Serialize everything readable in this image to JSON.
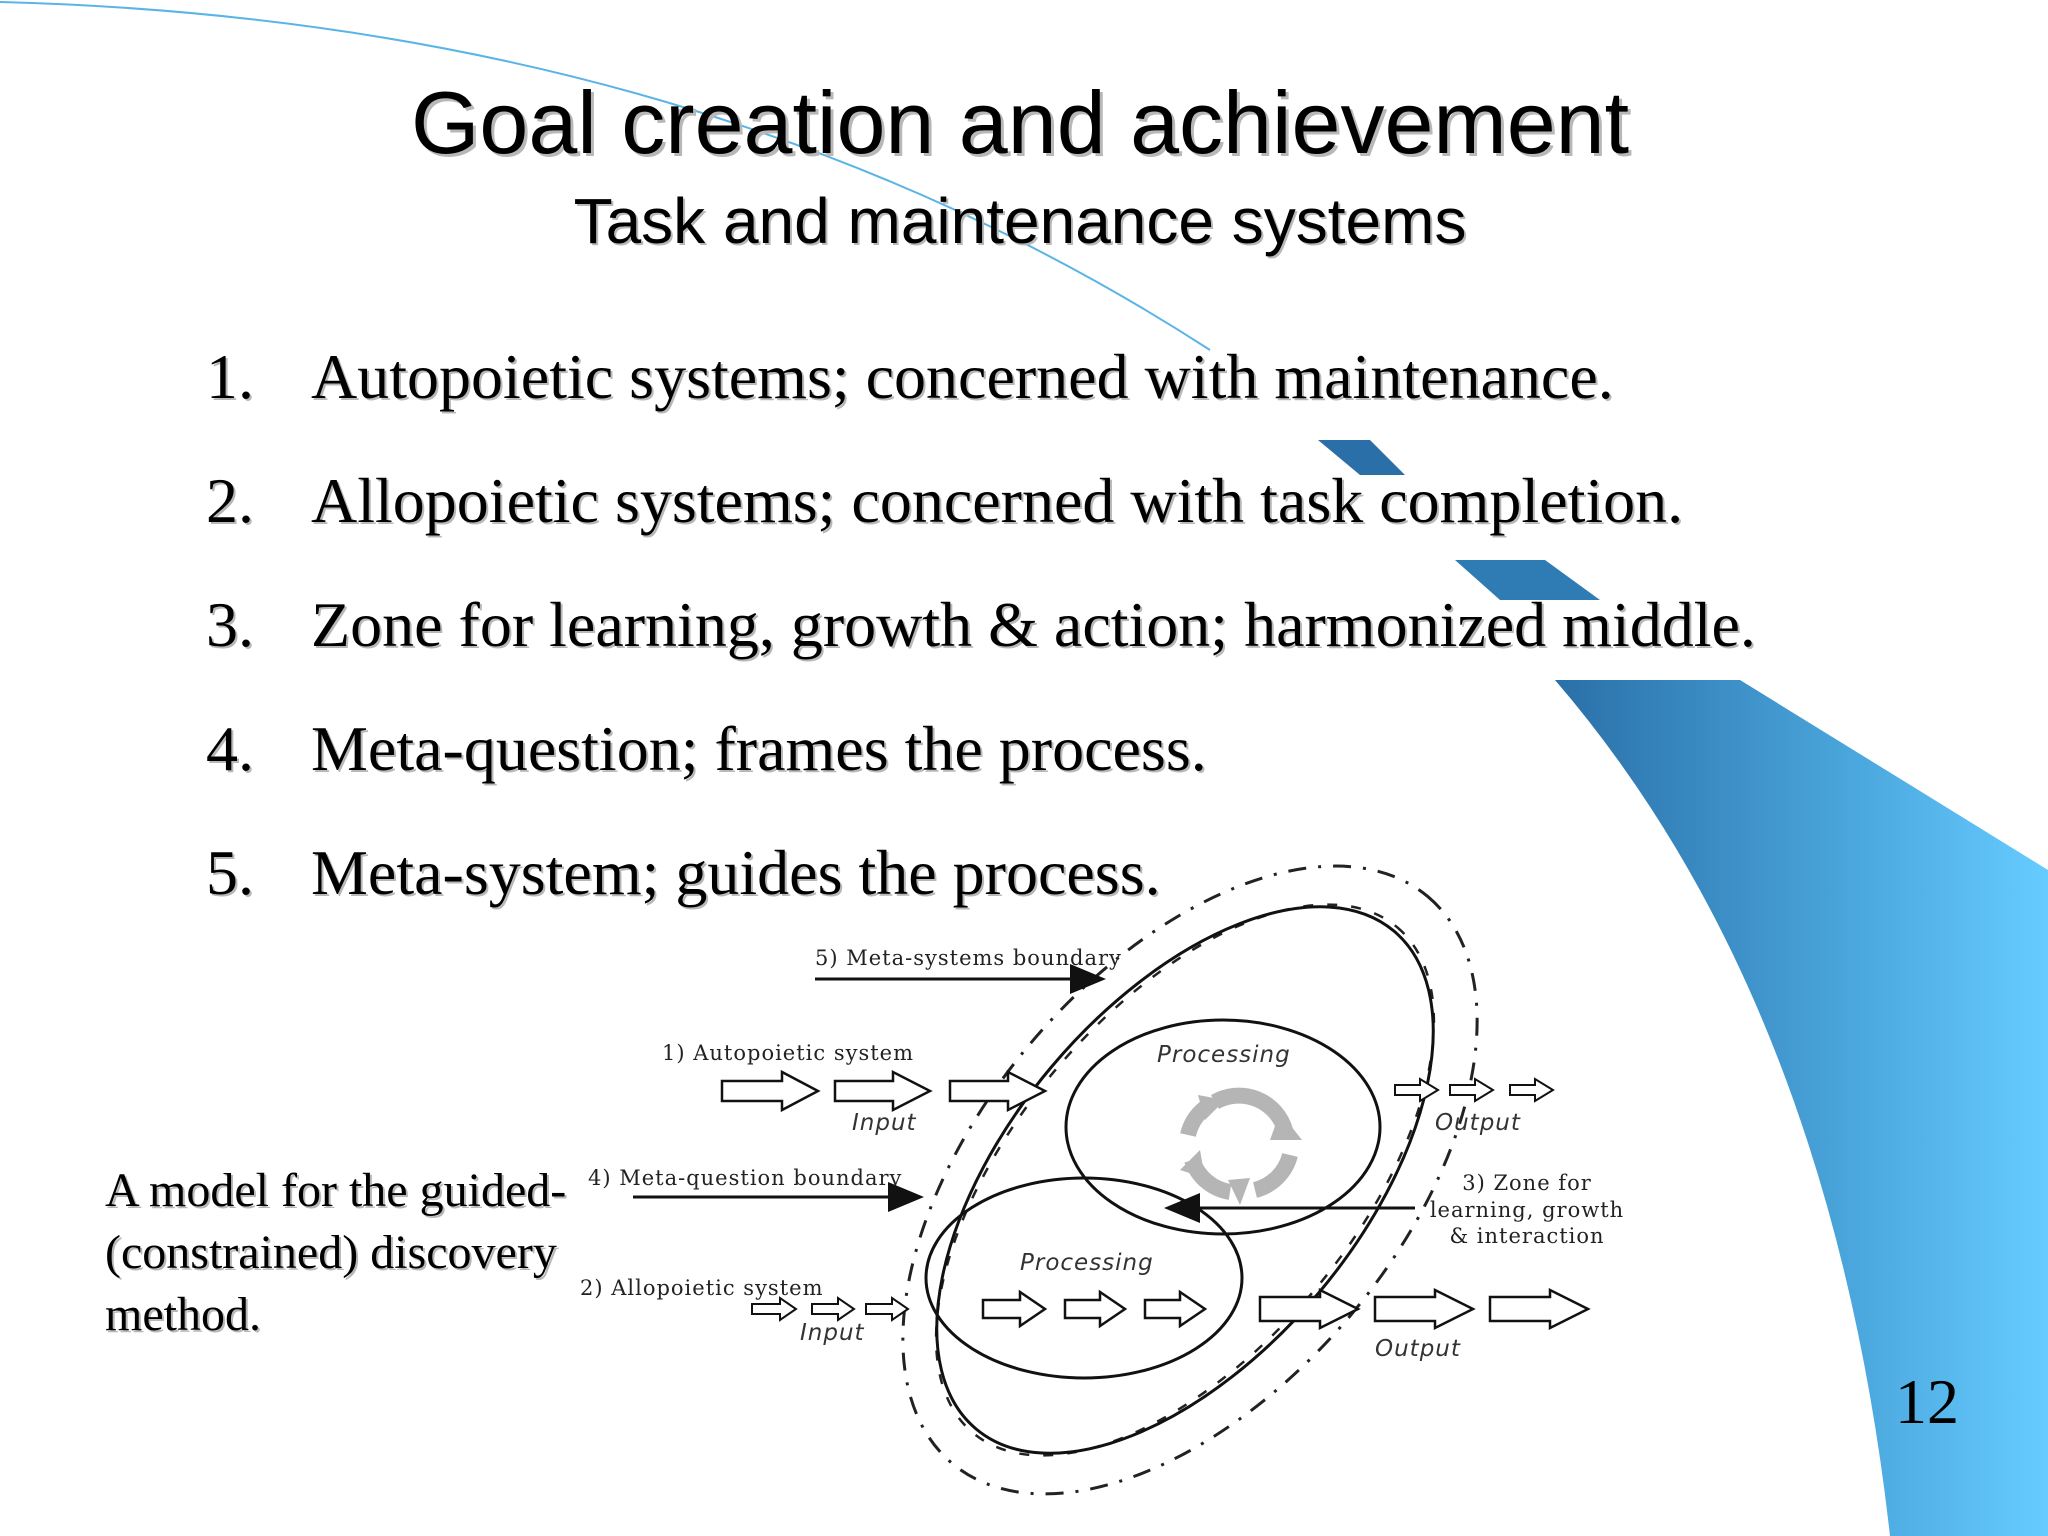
{
  "slide": {
    "title": "Goal creation and achievement",
    "subtitle": "Task and maintenance systems",
    "items": [
      {
        "num": "1.",
        "text": "Autopoietic systems; concerned with maintenance."
      },
      {
        "num": "2.",
        "text": "Allopoietic systems; concerned with task completion."
      },
      {
        "num": "3.",
        "text": "Zone for learning, growth & action; harmonized middle."
      },
      {
        "num": "4.",
        "text": "Meta-question; frames the process."
      },
      {
        "num": "5.",
        "text": "Meta-system; guides the process."
      }
    ],
    "caption": "A model for the guided-(constrained) discovery method.",
    "page_number": "12"
  },
  "diagram": {
    "meta_systems_label": "5) Meta-systems boundary",
    "autopoietic_label": "1) Autopoietic system",
    "meta_question_label": "4) Meta-question boundary",
    "allopoietic_label": "2) Allopoietic system",
    "zone_label_line1": "3) Zone for",
    "zone_label_line2": "learning, growth",
    "zone_label_line3": "& interaction",
    "processing_top": "Processing",
    "processing_bottom": "Processing",
    "input_top": "Input",
    "input_bottom": "Input",
    "output_top": "Output",
    "output_bottom": "Output"
  },
  "colors": {
    "accent_light": "#66ccff",
    "accent_dark": "#2a6fa8"
  }
}
